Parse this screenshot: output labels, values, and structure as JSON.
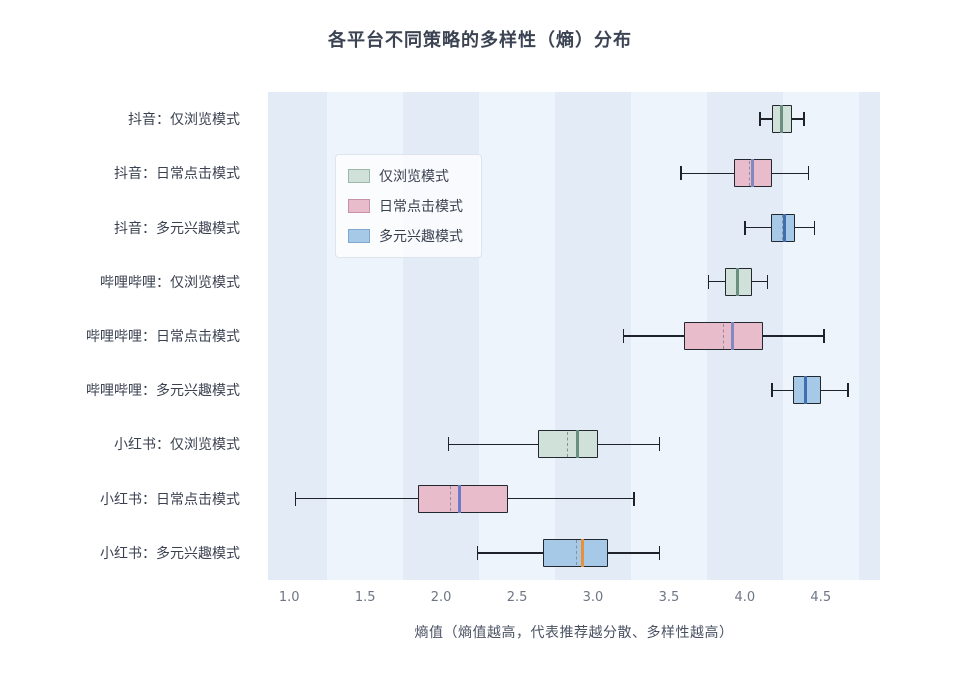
{
  "title": "各平台不同策略的多样性（熵）分布",
  "x_axis_title": "熵值（熵值越高，代表推荐越分散、多样性越高）",
  "colors": {
    "stripe_dark": "#e3ebf6",
    "stripe_light": "#eef4fb",
    "box_edge": "#23272e",
    "mean_dash": "#8a8f98"
  },
  "legend": {
    "items": [
      {
        "label": "仅浏览模式",
        "fill": "#cfe1d8",
        "border": "#9cb8ac"
      },
      {
        "label": "日常点击模式",
        "fill": "#e9bccb",
        "border": "#c791a8"
      },
      {
        "label": "多元兴趣模式",
        "fill": "#a6c9e7",
        "border": "#7fa8cc"
      }
    ]
  },
  "chart_data": {
    "type": "boxplot",
    "orientation": "horizontal",
    "title": "各平台不同策略的多样性（熵）分布",
    "xlabel": "熵值（熵值越高，代表推荐越分散、多样性越高）",
    "xlim": [
      0.86,
      4.89
    ],
    "x_ticks": [
      1.0,
      1.5,
      2.0,
      2.5,
      3.0,
      3.5,
      4.0,
      4.5
    ],
    "grid": "vertical-stripes",
    "legend_position": "upper-left-inside",
    "categories": [
      "抖音：仅浏览模式",
      "抖音：日常点击模式",
      "抖音：多元兴趣模式",
      "哔哩哔哩：仅浏览模式",
      "哔哩哔哩：日常点击模式",
      "哔哩哔哩：多元兴趣模式",
      "小红书：仅浏览模式",
      "小红书：日常点击模式",
      "小红书：多元兴趣模式"
    ],
    "boxes": [
      {
        "label": "抖音：仅浏览模式",
        "group": "仅浏览模式",
        "min": 4.1,
        "q1": 4.18,
        "median": 4.24,
        "q3": 4.31,
        "max": 4.39,
        "mean": 4.24,
        "fill": "#cfe1d8",
        "median_color": "#6a8f81"
      },
      {
        "label": "抖音：日常点击模式",
        "group": "日常点击模式",
        "min": 3.58,
        "q1": 3.93,
        "median": 4.05,
        "q3": 4.18,
        "max": 4.42,
        "mean": 4.03,
        "fill": "#e9bccb",
        "median_color": "#8089c2"
      },
      {
        "label": "抖音：多元兴趣模式",
        "group": "多元兴趣模式",
        "min": 4.0,
        "q1": 4.17,
        "median": 4.26,
        "q3": 4.33,
        "max": 4.46,
        "mean": 4.25,
        "fill": "#a6c9e7",
        "median_color": "#3f6fae"
      },
      {
        "label": "哔哩哔哩：仅浏览模式",
        "group": "仅浏览模式",
        "min": 3.76,
        "q1": 3.87,
        "median": 3.95,
        "q3": 4.05,
        "max": 4.15,
        "mean": 3.95,
        "fill": "#cfe1d8",
        "median_color": "#6a8f81"
      },
      {
        "label": "哔哩哔哩：日常点击模式",
        "group": "日常点击模式",
        "min": 3.2,
        "q1": 3.6,
        "median": 3.92,
        "q3": 4.12,
        "max": 4.52,
        "mean": 3.86,
        "fill": "#e9bccb",
        "median_color": "#8089c2"
      },
      {
        "label": "哔哩哔哩：多元兴趣模式",
        "group": "多元兴趣模式",
        "min": 4.18,
        "q1": 4.32,
        "median": 4.4,
        "q3": 4.5,
        "max": 4.68,
        "mean": 4.4,
        "fill": "#a6c9e7",
        "median_color": "#3f6fae"
      },
      {
        "label": "小红书：仅浏览模式",
        "group": "仅浏览模式",
        "min": 2.05,
        "q1": 2.64,
        "median": 2.9,
        "q3": 3.03,
        "max": 3.44,
        "mean": 2.83,
        "fill": "#cfe1d8",
        "median_color": "#6a8f81"
      },
      {
        "label": "小红书：日常点击模式",
        "group": "日常点击模式",
        "min": 1.04,
        "q1": 1.85,
        "median": 2.12,
        "q3": 2.44,
        "max": 3.27,
        "mean": 2.06,
        "fill": "#e9bccb",
        "median_color": "#6a79c8"
      },
      {
        "label": "小红书：多元兴趣模式",
        "group": "多元兴趣模式",
        "min": 2.24,
        "q1": 2.67,
        "median": 2.93,
        "q3": 3.1,
        "max": 3.44,
        "mean": 2.89,
        "fill": "#a6c9e7",
        "median_color": "#e8913d"
      }
    ]
  }
}
